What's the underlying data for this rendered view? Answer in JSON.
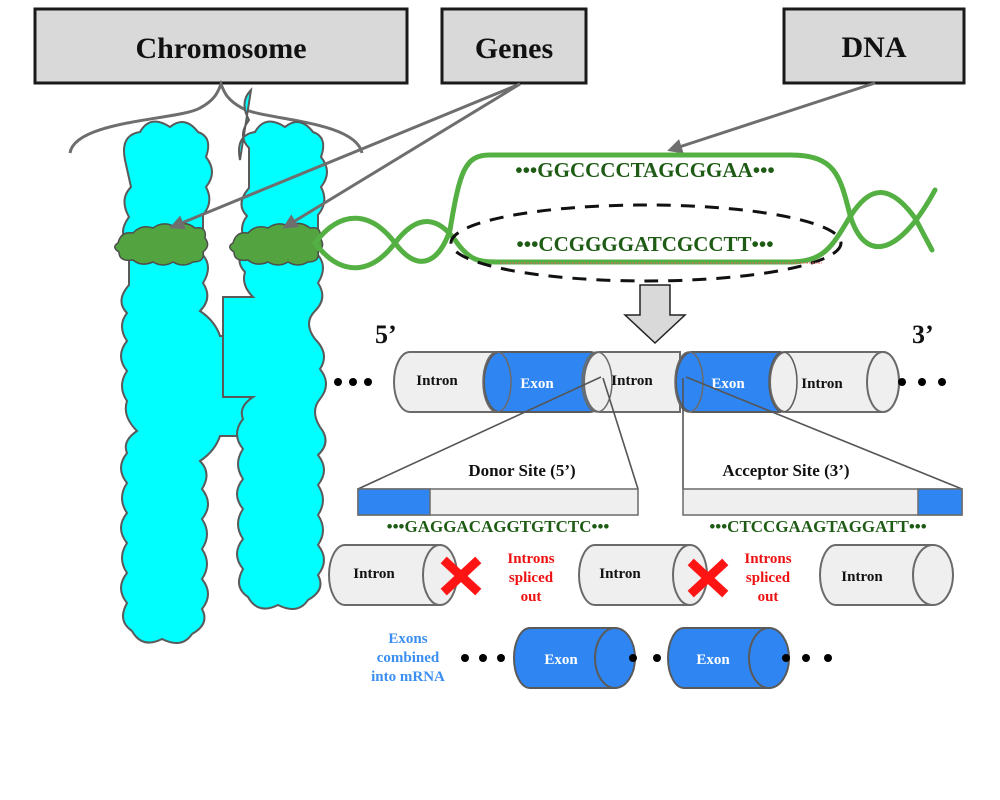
{
  "labels": {
    "chromosome": "Chromosome",
    "genes": "Genes",
    "dna": "DNA"
  },
  "dna": {
    "top_strand": "•••GGCCCCTAGCGGAA•••",
    "bottom_strand": "•••CCGGGGATCGCCTT•••"
  },
  "gene_strip": {
    "five_prime": "5’",
    "three_prime": "3’",
    "segments": [
      {
        "type": "intron",
        "label": "Intron"
      },
      {
        "type": "exon",
        "label": "Exon"
      },
      {
        "type": "intron",
        "label": "Intron"
      },
      {
        "type": "exon",
        "label": "Exon"
      },
      {
        "type": "intron",
        "label": "Intron"
      }
    ]
  },
  "splice_sites": {
    "donor": {
      "title": "Donor Site (5’)",
      "sequence": "•••GAGGACAGGTGTCTC•••"
    },
    "acceptor": {
      "title": "Acceptor Site (3’)",
      "sequence": "•••CTCCGAAGTAGGATT•••"
    }
  },
  "splicing": {
    "intron_label": "Intron",
    "spliced_note_lines": [
      "Introns",
      "spliced",
      "out"
    ]
  },
  "mrna": {
    "note_lines": [
      "Exons",
      "combined",
      "into mRNA"
    ],
    "exon_label": "Exon"
  },
  "colors": {
    "exon": "#2f86f2",
    "intron": "#efefef",
    "chromosome": "#00ffff",
    "gene_band": "#53a440",
    "dna_strand": "#55b043",
    "sequence_text": "#1e5b14",
    "spliced_out": "#ee1111",
    "mrna_note": "#3b8ff0"
  }
}
